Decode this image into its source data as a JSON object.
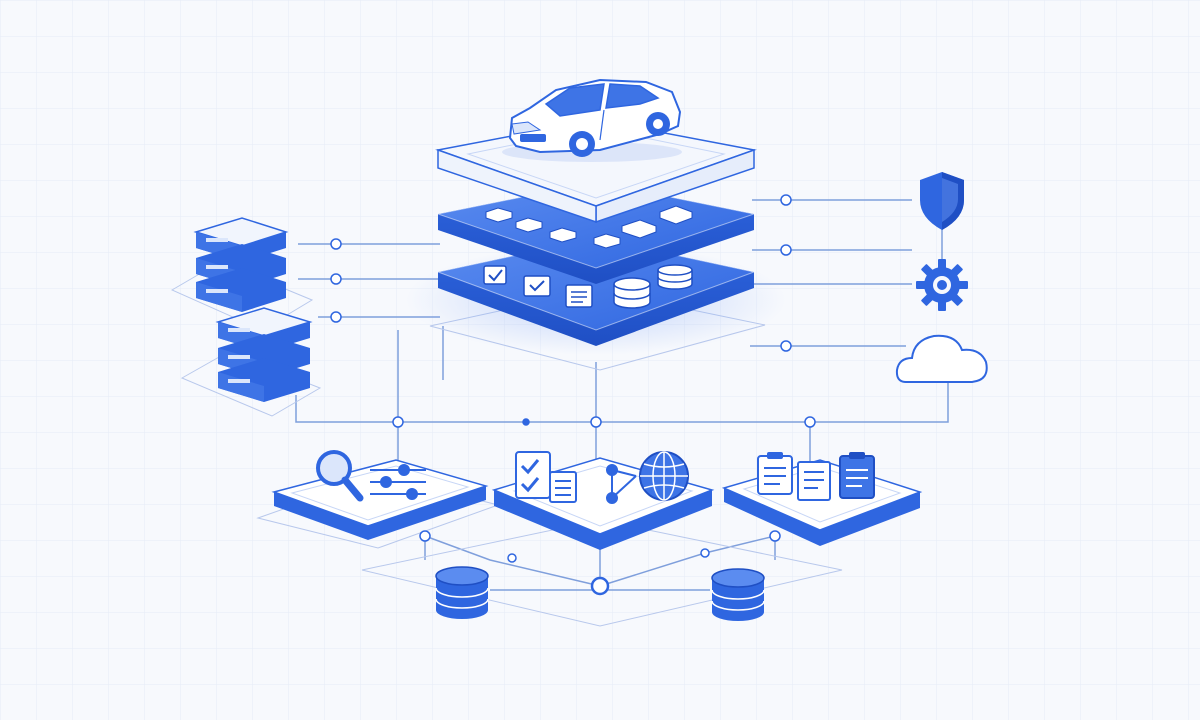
{
  "diagram": {
    "central_stack": {
      "layers": [
        {
          "name": "vehicle-layer",
          "icon": "car-icon"
        },
        {
          "name": "services-layer",
          "icon": "service-blocks-icon"
        },
        {
          "name": "data-layer",
          "icons": [
            "checkbox-icon",
            "folder-check-icon",
            "document-icon",
            "database-icon",
            "database-icon"
          ]
        }
      ]
    },
    "left_servers": [
      {
        "name": "server-rack-upper",
        "icon": "server-icon",
        "units": 3
      },
      {
        "name": "server-rack-lower",
        "icon": "server-icon",
        "units": 3
      }
    ],
    "right_services": [
      {
        "name": "security",
        "icon": "shield-icon"
      },
      {
        "name": "settings",
        "icon": "gear-icon"
      },
      {
        "name": "cloud",
        "icon": "cloud-icon"
      }
    ],
    "bottom_platforms": [
      {
        "name": "analytics",
        "icons": [
          "magnifier-icon",
          "slider-controls-icon"
        ]
      },
      {
        "name": "workflow",
        "icons": [
          "checklist-icon",
          "network-nodes-icon",
          "globe-icon"
        ]
      },
      {
        "name": "reports",
        "icons": [
          "clipboard-icon",
          "document-icon",
          "clipboard-icon"
        ]
      }
    ],
    "databases": [
      {
        "name": "database-left",
        "icon": "database-icon"
      },
      {
        "name": "database-right",
        "icon": "database-icon"
      }
    ],
    "colors": {
      "background": "#f7f9fd",
      "grid": "#e6ecf7",
      "primary_blue": "#2f66e0",
      "light_blue": "#5b8cf0",
      "pale_blue": "#dbe6fb",
      "line": "#7f9fdc",
      "white": "#ffffff"
    }
  }
}
